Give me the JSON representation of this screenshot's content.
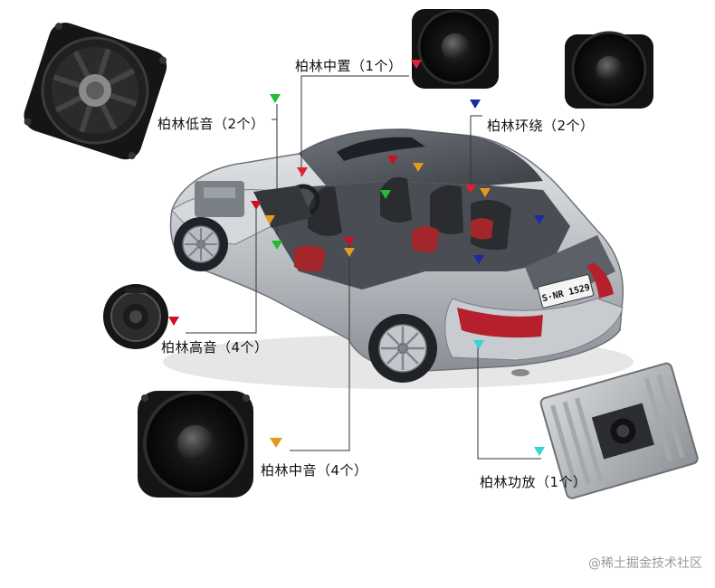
{
  "labels": {
    "bass": "柏林低音（2个）",
    "center": "柏林中置（1个）",
    "surround": "柏林环绕（2个）",
    "tweeter": "柏林高音（4个）",
    "midrange": "柏林中音（4个）",
    "amplifier": "柏林功放（1个）"
  },
  "plate": "S·NR 1529",
  "watermark": "@稀土掘金技术社区",
  "colors": {
    "bass_marker": "#22bb33",
    "center_marker": "#dd2233",
    "surround_marker": "#1a2aa0",
    "tweeter_marker": "#cc1122",
    "midrange_marker": "#e39a1e",
    "amplifier_marker": "#33d6d6",
    "leader_line": "#333333"
  }
}
